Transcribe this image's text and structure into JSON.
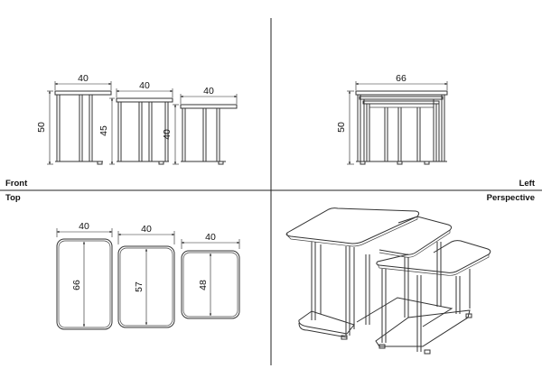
{
  "views": {
    "front": {
      "label": "Front",
      "tables": [
        {
          "width_label": "40",
          "height_label": "50"
        },
        {
          "width_label": "40",
          "height_label": "45"
        },
        {
          "width_label": "40",
          "height_label": "40"
        }
      ]
    },
    "left": {
      "label": "Left",
      "depth_label": "66",
      "height_label": "50"
    },
    "top": {
      "label": "Top",
      "tables": [
        {
          "width_label": "40",
          "depth_label": "66"
        },
        {
          "width_label": "40",
          "depth_label": "57"
        },
        {
          "width_label": "40",
          "depth_label": "48"
        }
      ]
    },
    "perspective": {
      "label": "Perspective"
    }
  },
  "colors": {
    "line": "#333333",
    "divider": "#222222",
    "background": "#ffffff"
  }
}
